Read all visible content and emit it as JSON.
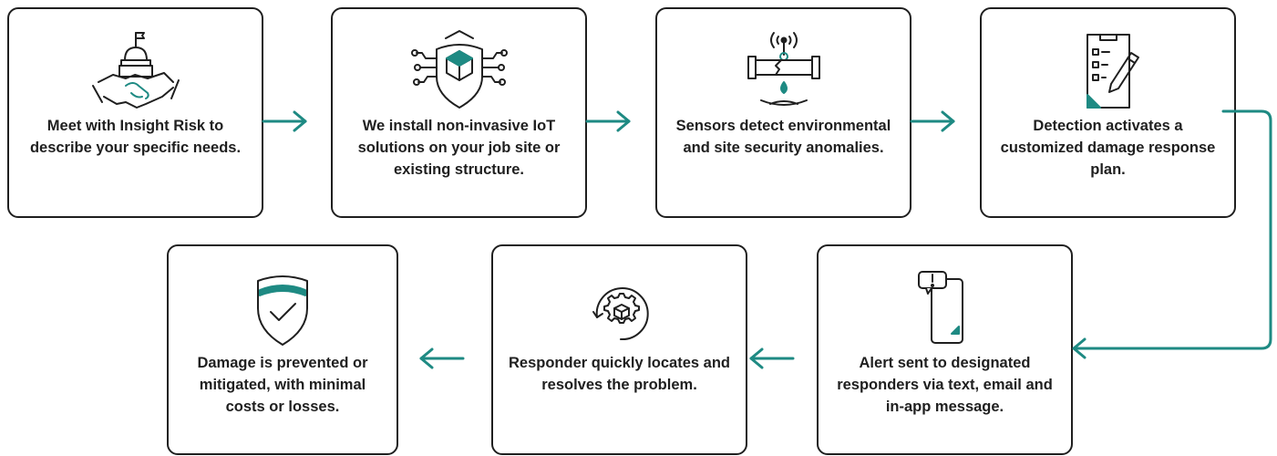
{
  "colors": {
    "accent": "#1e8a83",
    "ink": "#1f1f1f"
  },
  "steps": [
    {
      "text": "Meet with Insight Risk to describe your specific needs.",
      "icon": "handshake-icon"
    },
    {
      "text": "We install non-invasive IoT solutions on your job site or existing structure.",
      "icon": "iot-shield-icon"
    },
    {
      "text": "Sensors detect environmental and site security anomalies.",
      "icon": "leaking-pipe-sensor-icon"
    },
    {
      "text": "Detection activates a customized damage response plan.",
      "icon": "checklist-pen-icon"
    },
    {
      "text": "Alert sent to designated responders via text, email and in-app message.",
      "icon": "phone-alert-icon"
    },
    {
      "text": "Responder quickly locates and resolves the problem.",
      "icon": "gear-cycle-icon"
    },
    {
      "text": "Damage is prevented or mitigated, with minimal costs or losses.",
      "icon": "shield-check-icon"
    }
  ]
}
